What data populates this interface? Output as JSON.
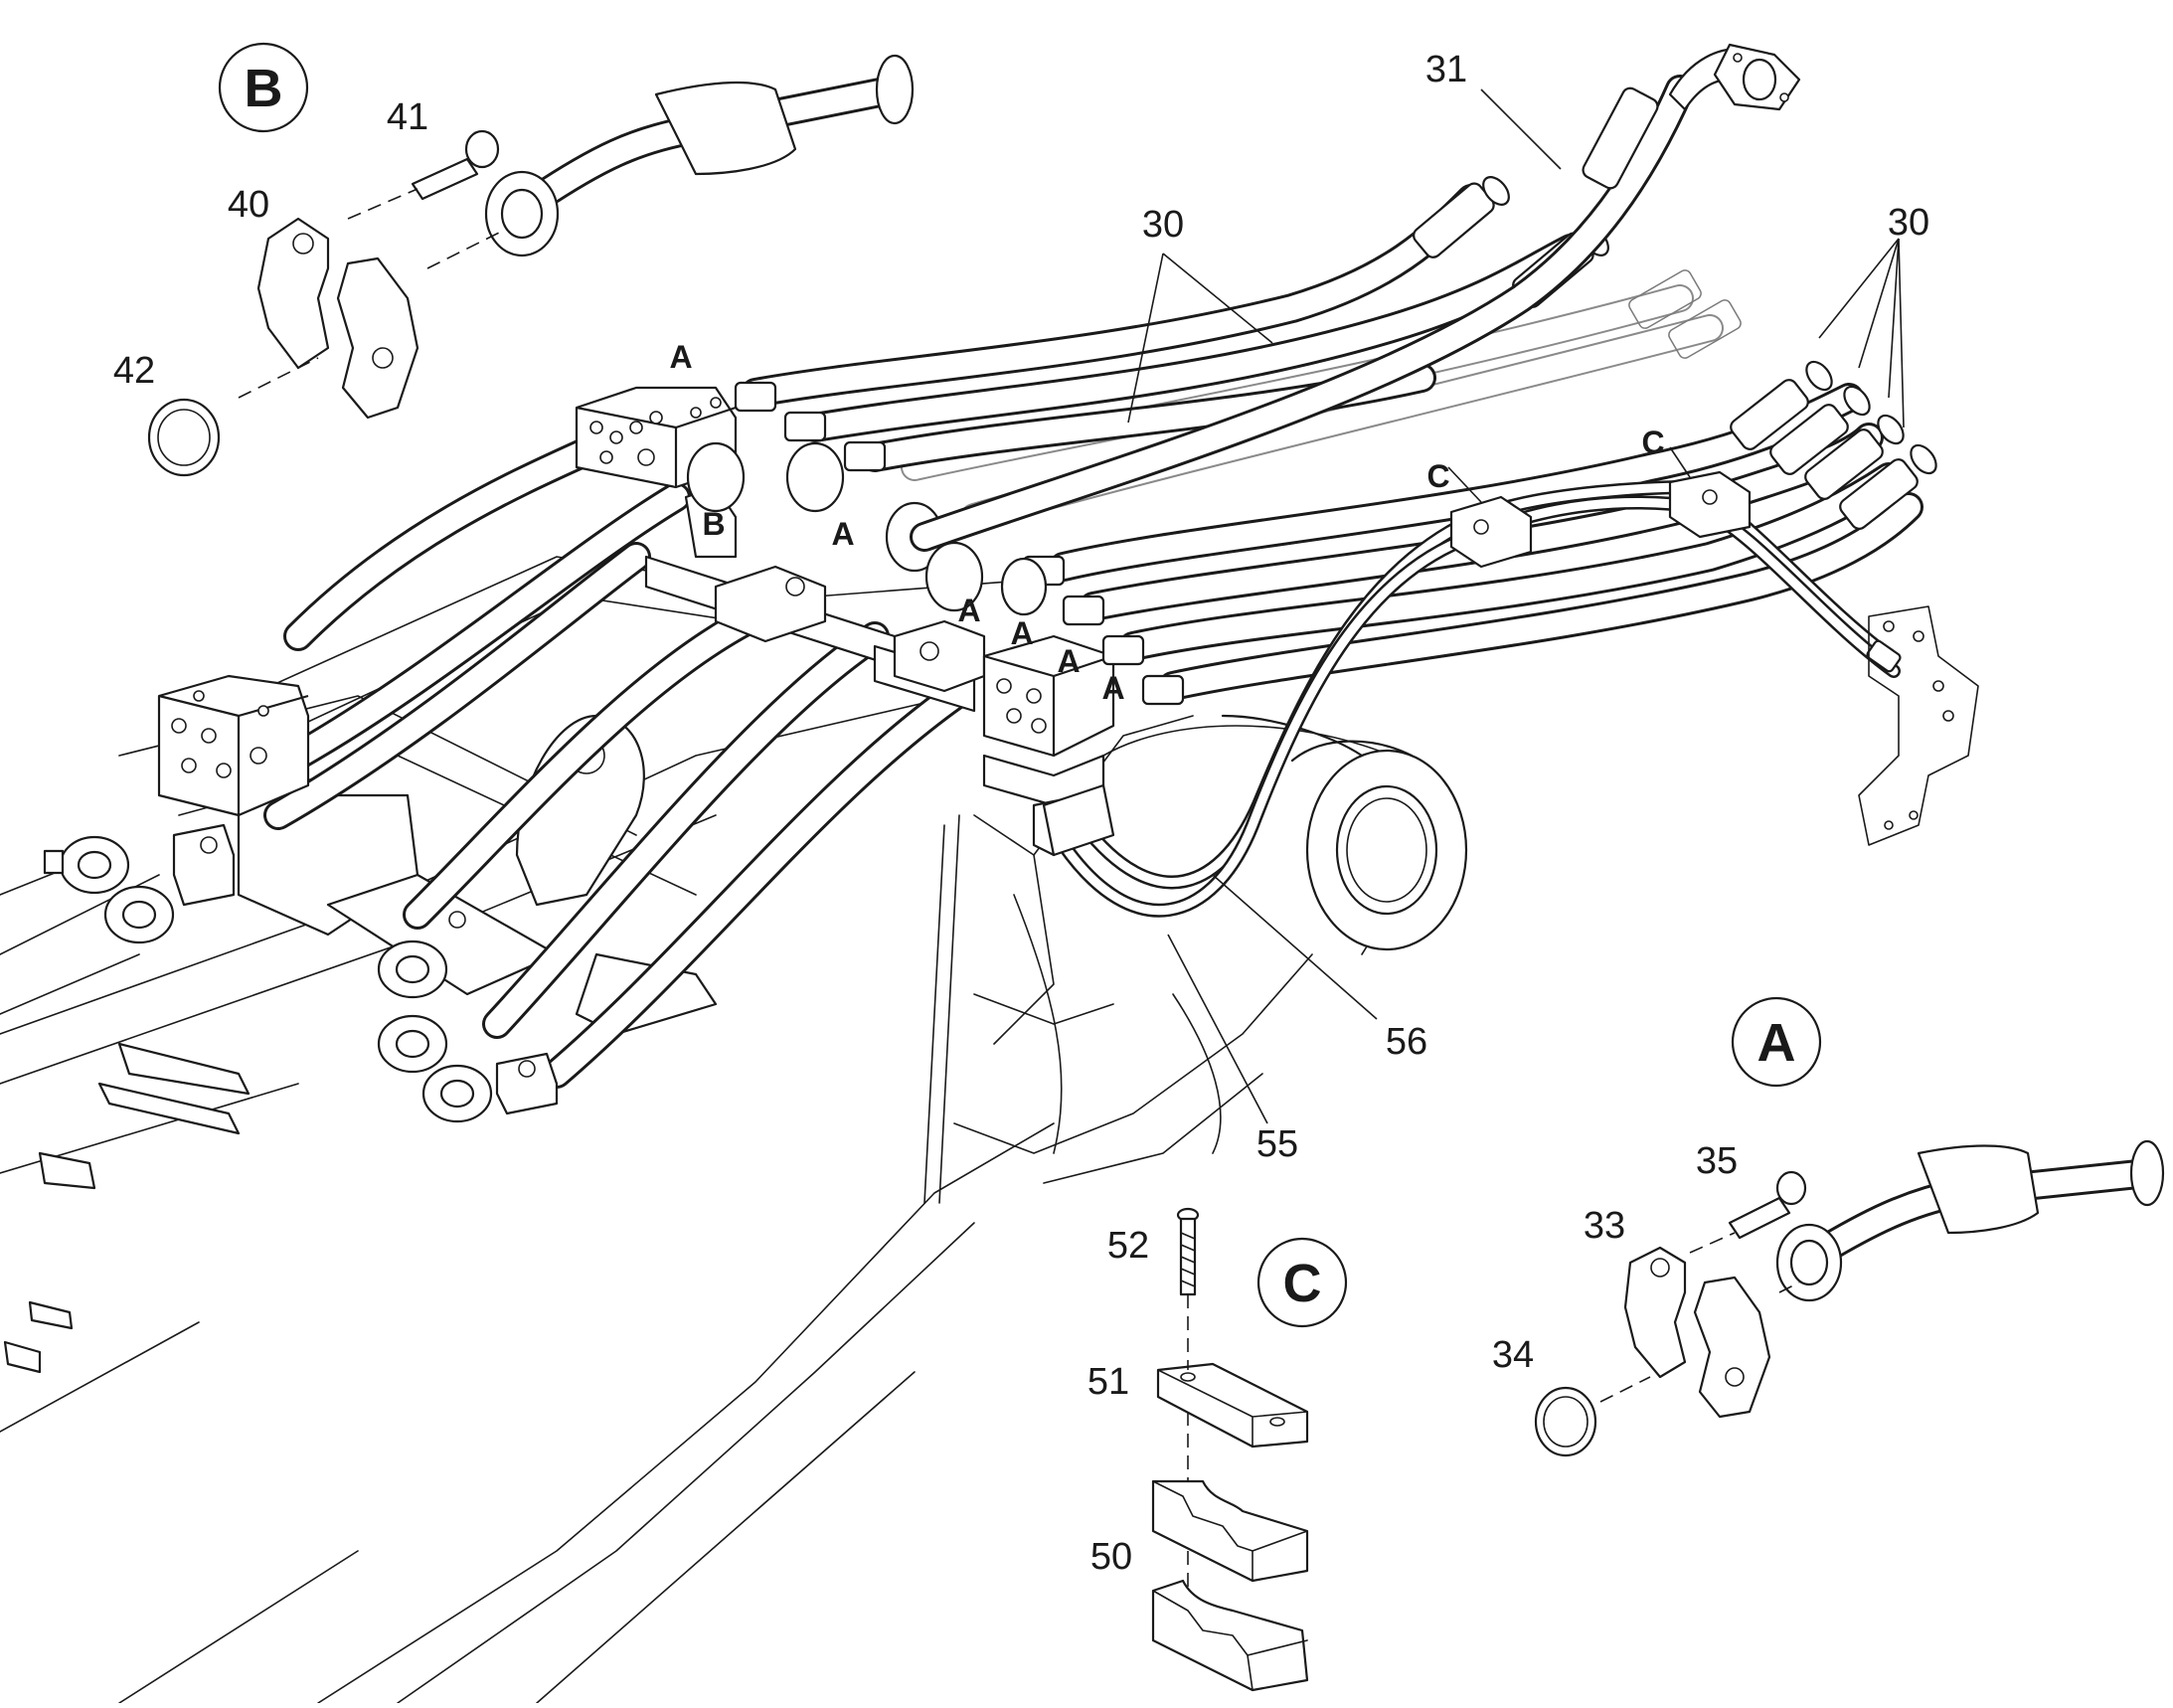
{
  "callouts": {
    "n30a": "30",
    "n30b": "30",
    "n31": "31",
    "n33": "33",
    "n34": "34",
    "n35": "35",
    "n40": "40",
    "n41": "41",
    "n42": "42",
    "n50": "50",
    "n51": "51",
    "n52": "52",
    "n55": "55",
    "n56": "56"
  },
  "detail_views": {
    "a": "A",
    "b": "B",
    "c": "C"
  },
  "markers": {
    "a1": "A",
    "a2": "A",
    "a3": "A",
    "a4": "A",
    "a5": "A",
    "a6": "A",
    "b1": "B",
    "c1": "C",
    "c2": "C"
  }
}
